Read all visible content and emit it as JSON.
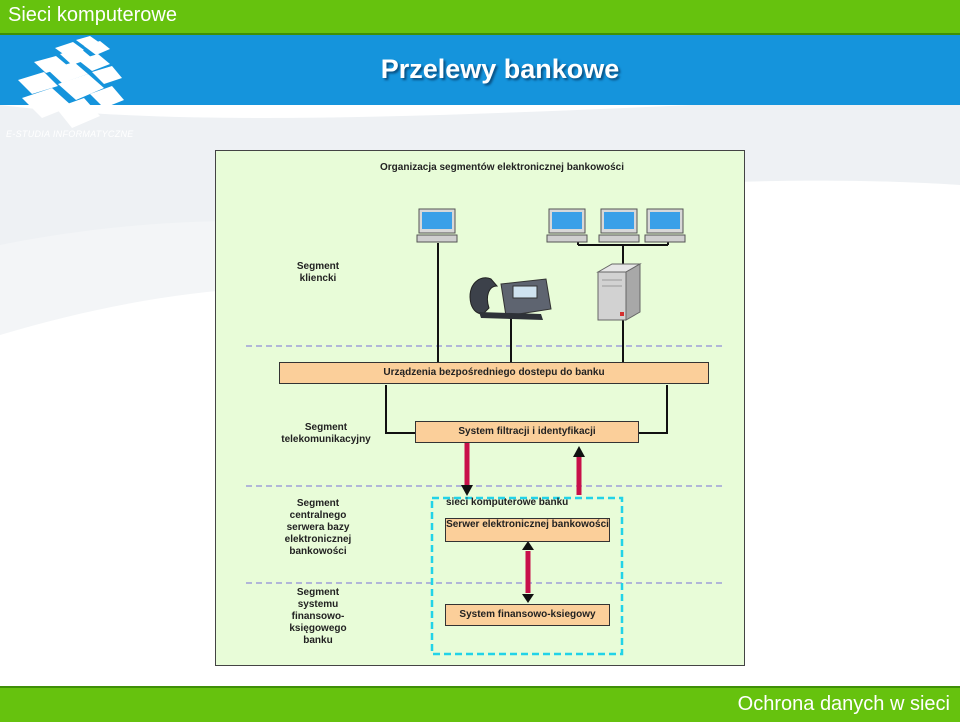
{
  "header": {
    "app_name": "Sieci komputerowe",
    "title": "Przelewy bankowe",
    "logo_text": "E-STUDIA INFORMATYCZNE"
  },
  "footer": {
    "label": "Ochrona danych w sieci"
  },
  "diagram": {
    "title": "Organizacja segmentów elektronicznej bankowości",
    "segments": {
      "client": "Segment\nkliencki",
      "telecom": "Segment\ntelekomunikacyjny",
      "central": "Segment\ncentralnego\nserwera bazy\nelektronicznej\nbankowości",
      "financial": "Segment\nsystemu\nfinansowo-\nksięgowego\nbanku"
    },
    "boxes": {
      "access": "Urządzenia bezpośredniego dostepu do banku",
      "filter": "System filtracji i identyfikacji",
      "server": "Serwer elektronicznej bankowości",
      "finance": "System finansowo-ksiegowy"
    },
    "network_label": "sieci komputerowe banku"
  },
  "colors": {
    "bar_green": "#66c20e",
    "header_blue": "#1594dc",
    "diagram_bg": "#e8fcd8",
    "box_fill": "#fbcf9a",
    "arrow": "#c8104a",
    "network_border": "#22d3e8",
    "dashed_line": "#7a6fd8"
  }
}
